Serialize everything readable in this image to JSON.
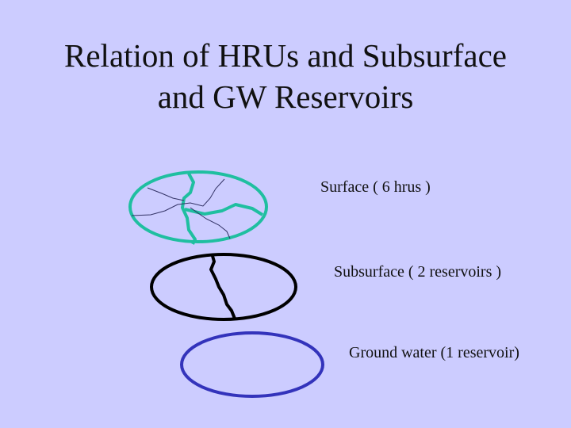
{
  "title": {
    "line1": "Relation of HRUs and Subsurface",
    "line2": "and GW Reservoirs"
  },
  "layers": {
    "surface": {
      "label": "Surface ( 6 hrus )",
      "color": "#1fbfa0",
      "hru_count": 6
    },
    "subsurface": {
      "label": "Subsurface ( 2 reservoirs )",
      "color": "#000000",
      "reservoir_count": 2
    },
    "groundwater": {
      "label": "Ground water (1 reservoir)",
      "color": "#3333bb",
      "reservoir_count": 1
    }
  },
  "colors": {
    "background": "#ccccff",
    "stream": "#333366"
  }
}
